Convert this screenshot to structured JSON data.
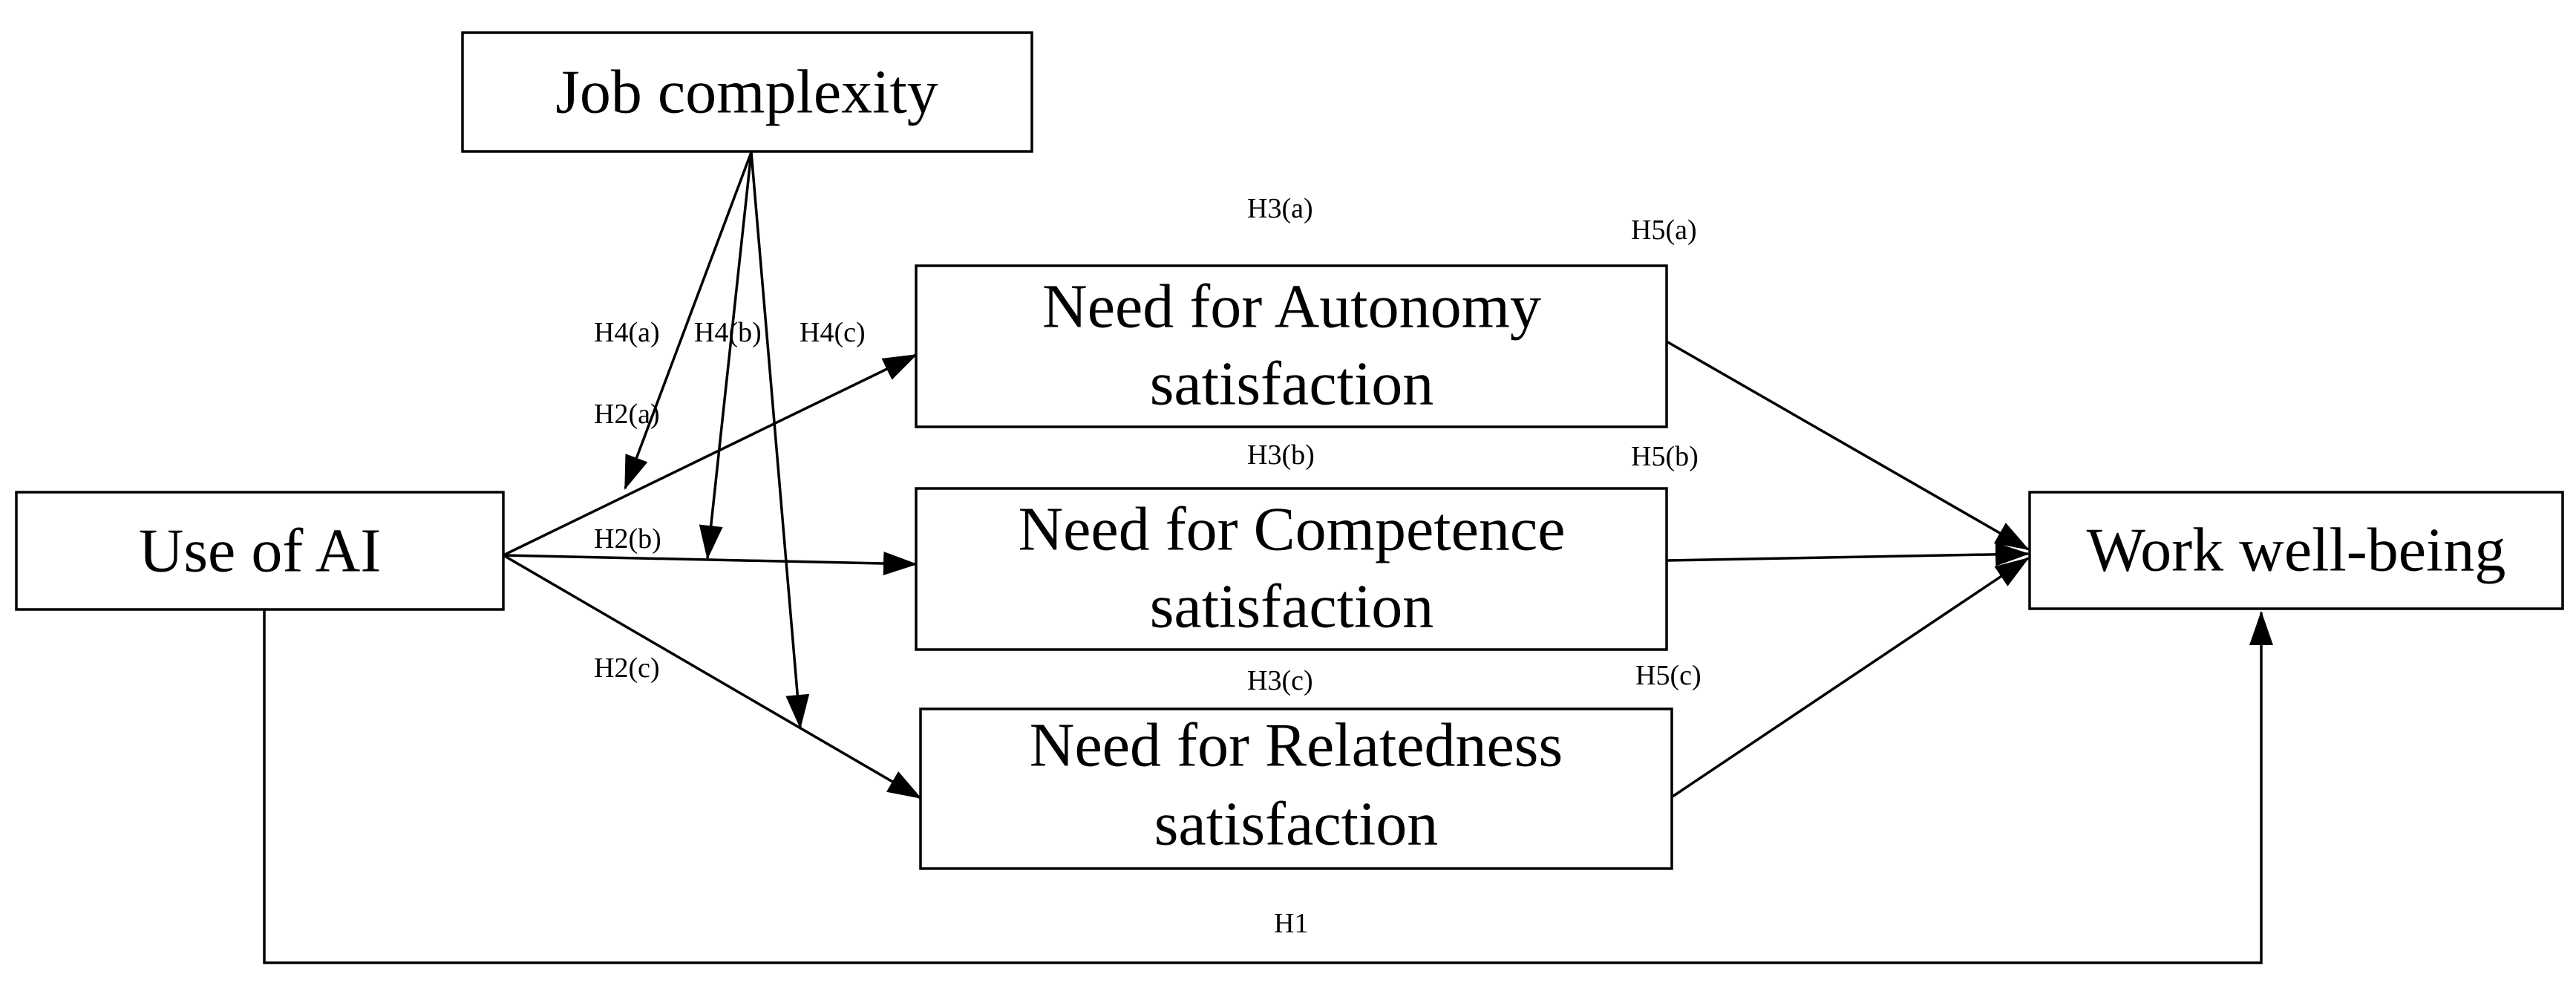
{
  "nodes": {
    "job_complexity": {
      "label": "Job complexity"
    },
    "use_of_ai": {
      "label": "Use of AI"
    },
    "autonomy": {
      "line1": "Need for Autonomy",
      "line2": "satisfaction"
    },
    "competence": {
      "line1": "Need for Competence",
      "line2": "satisfaction"
    },
    "relatedness": {
      "line1": "Need for Relatedness",
      "line2": "satisfaction"
    },
    "work_wellbeing": {
      "label": "Work well-being"
    }
  },
  "hypotheses": {
    "h1": "H1",
    "h2a": "H2(a)",
    "h2b": "H2(b)",
    "h2c": "H2(c)",
    "h3a": "H3(a)",
    "h3b": "H3(b)",
    "h3c": "H3(c)",
    "h4a": "H4(a)",
    "h4b": "H4(b)",
    "h4c": "H4(c)",
    "h5a": "H5(a)",
    "h5b": "H5(b)",
    "h5c": "H5(c)"
  },
  "colors": {
    "stroke": "#000000",
    "background": "#ffffff"
  }
}
